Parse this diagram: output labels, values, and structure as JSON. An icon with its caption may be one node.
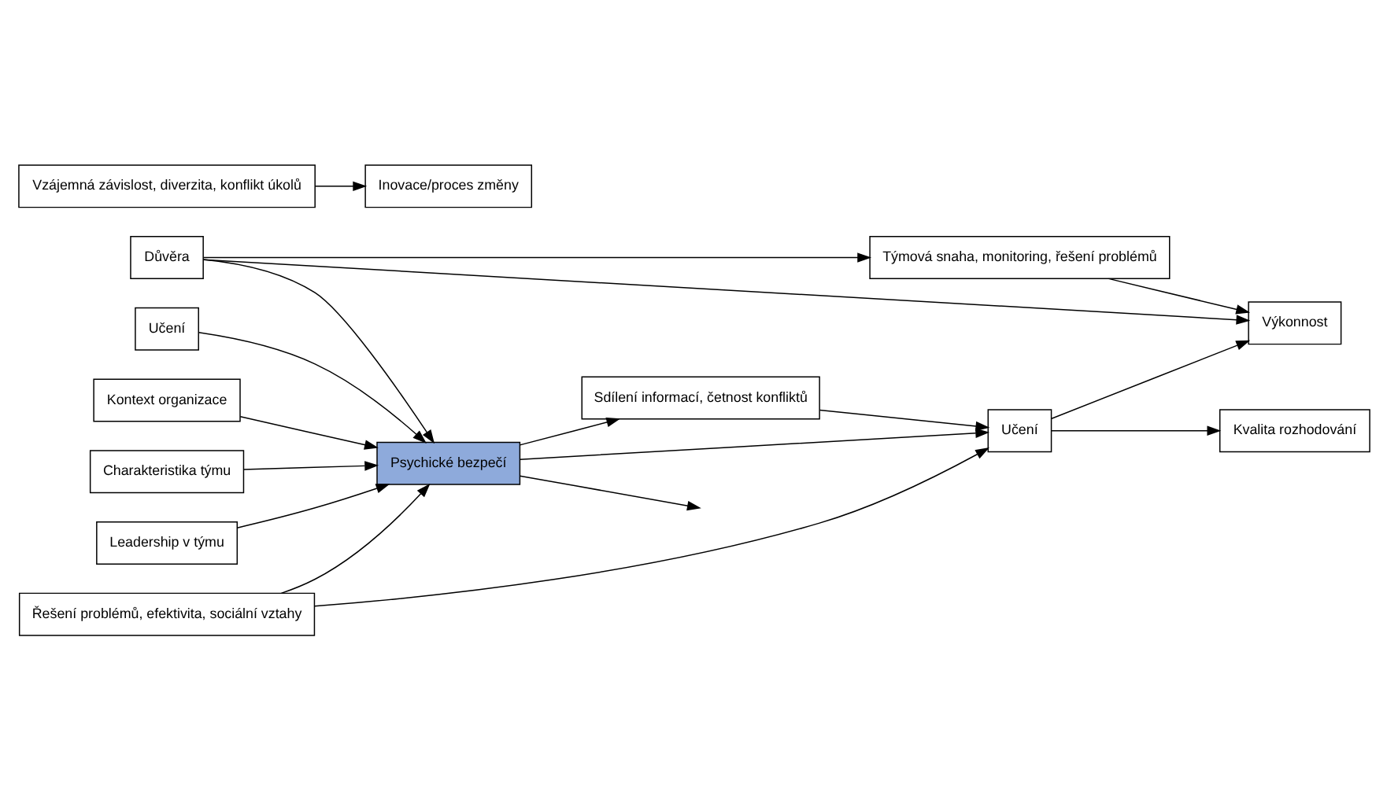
{
  "diagram": {
    "nodes": [
      {
        "text": [
          "Učení"
        ]
      },
      {
        "text": [
          "Týmová snaha, monitoring, řešení problémů"
        ]
      },
      {
        "text": [
          "Výkonnost"
        ]
      },
      {
        "text": [
          "Kontext organizace"
        ]
      },
      {
        "text": [
          "Důvěra"
        ]
      },
      {
        "text": [
          "Sdílení informací, četnost konfliktů"
        ]
      },
      {
        "text": [
          "Charakteristika týmu"
        ]
      },
      {
        "text": [
          "Psychické bezpečí"
        ]
      },
      {
        "text": [
          "Učení"
        ]
      },
      {
        "text": [
          "Kvalita rozhodování"
        ]
      },
      {
        "text": [
          "Leadership v týmu"
        ]
      },
      {
        "text": [
          "Řešení problémů, efektivita, sociální vztahy"
        ]
      },
      {
        "text": [
          "Vzájemná závislost, diverzita, konflikt úkolů"
        ]
      },
      {
        "text": [
          "Inovace/proces změny"
        ]
      }
    ],
    "edges": [
      {
        "from": 0,
        "to": 7,
        "arrow": "to"
      },
      {
        "from": 3,
        "to": 7,
        "arrow": "to"
      },
      {
        "from": 6,
        "to": 7,
        "arrow": "to"
      },
      {
        "from": 10,
        "to": 7,
        "arrow": "to"
      },
      {
        "from": 4,
        "to": 1,
        "arrow": "to"
      },
      {
        "from": 4,
        "to": 7,
        "arrow": "to"
      },
      {
        "from": 4,
        "to": 2,
        "arrow": "to"
      },
      {
        "from": 1,
        "to": 2,
        "arrow": "to"
      },
      {
        "from": 7,
        "to": 5,
        "arrow": "to"
      },
      {
        "from": 5,
        "to": 8,
        "arrow": "to"
      },
      {
        "from": 7,
        "to": 8,
        "arrow": "to"
      },
      {
        "from": 8,
        "to": 2,
        "arrow": "to"
      },
      {
        "from": 8,
        "to": 9,
        "arrow": "to"
      },
      {
        "from": 11,
        "to": 7,
        "arrow": "to"
      },
      {
        "from": 11,
        "to": 8,
        "arrow": "to"
      },
      {
        "from": 7,
        "to": null,
        "arrow": "to"
      },
      {
        "from": 12,
        "to": 13,
        "arrow": "to"
      }
    ]
  }
}
